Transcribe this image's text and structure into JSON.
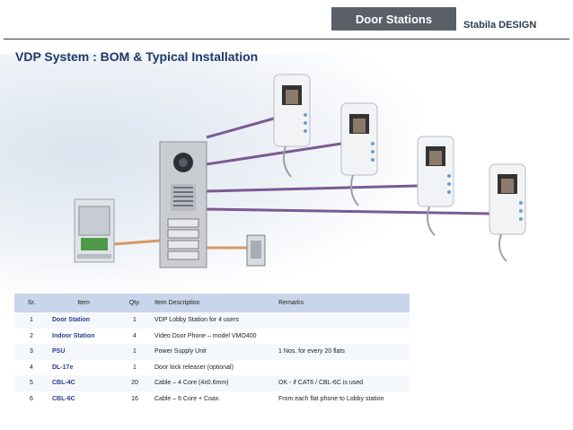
{
  "header": {
    "section_label": "Door Stations",
    "brand": "Stabila DESIGN"
  },
  "page_title": "VDP System : BOM & Typical Installation",
  "colors": {
    "header_bar": "#5a5f68",
    "title": "#1f3a6b",
    "bus_line": "#7b5a93",
    "power_line": "#d39a63",
    "table_header": "#c9d5ea"
  },
  "diagram": {
    "devices": [
      "psu-unit-icon",
      "door-station-panel-icon",
      "door-lock-icon",
      "indoor-phone-icon"
    ]
  },
  "bom": {
    "headers": [
      "Sr.",
      "Item",
      "Qty.",
      "Item Description",
      "Remarks"
    ],
    "rows": [
      {
        "sr": "1",
        "item": "Door Station",
        "qty": "1",
        "desc": "VDP Lobby Station for 4 users",
        "remarks": ""
      },
      {
        "sr": "2",
        "item": "Indoor Station",
        "qty": "4",
        "desc": "Video Door Phone – model VMO400",
        "remarks": ""
      },
      {
        "sr": "3",
        "item": "PSU",
        "qty": "1",
        "desc": "Power Supply Unit",
        "remarks": "1 Nos. for every 20 flats"
      },
      {
        "sr": "4",
        "item": "DL-17e",
        "qty": "1",
        "desc": "Door lock releaser (optional)",
        "remarks": ""
      },
      {
        "sr": "5",
        "item": "CBL-4C",
        "qty": "20",
        "desc": "Cable – 4 Core (4x0.6mm)",
        "remarks": "OK  -  if CAT6  / CBL-6C  is used"
      },
      {
        "sr": "6",
        "item": "CBL-6C",
        "qty": "16",
        "desc": "Cable – 6 Core + Coax.",
        "remarks": "From each flat phone to Lobby station"
      }
    ]
  }
}
